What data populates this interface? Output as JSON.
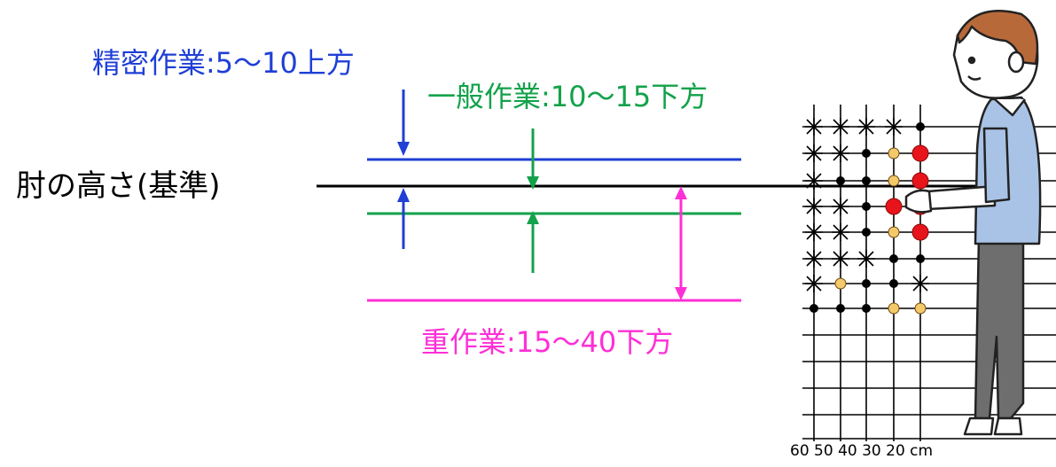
{
  "labels": {
    "precision_work": "精密作業:5～10上方",
    "general_work": "一般作業:10～15下方",
    "elbow_height": "肘の高さ(基準)",
    "heavy_work": "重作業:15～40下方"
  },
  "grid_axis_label": "60 50 40 30 20 cm",
  "colors": {
    "precision": "#1f3fd6",
    "general": "#13a24a",
    "heavy": "#ff2fd6",
    "reference": "#000000",
    "dot_red": "#e8141b",
    "dot_yellow": "#f5c96a",
    "shirt": "#a9c3e6",
    "pants": "#6e6e6e",
    "hair": "#b8693a"
  },
  "icons": [
    "person-icon"
  ]
}
